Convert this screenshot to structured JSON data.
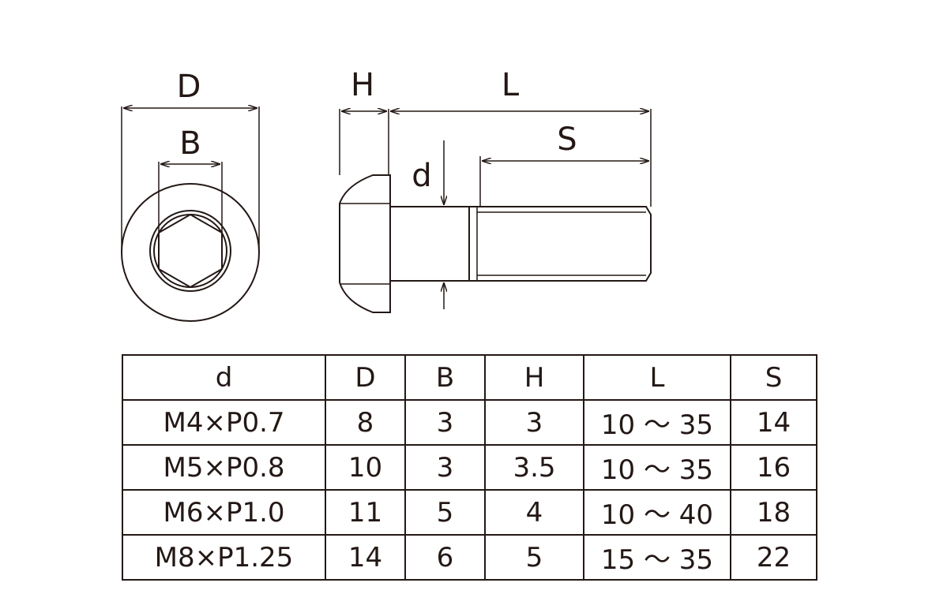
{
  "dimension_labels": {
    "D": "D",
    "B": "B",
    "H": "H",
    "L": "L",
    "S": "S",
    "d": "d"
  },
  "table": {
    "headers": [
      "d",
      "D",
      "B",
      "H",
      "L",
      "S"
    ],
    "rows": [
      [
        "M4×P0.7",
        "8",
        "3",
        "3",
        "10 〜 35",
        "14"
      ],
      [
        "M5×P0.8",
        "10",
        "3",
        "3.5",
        "10 〜 35",
        "16"
      ],
      [
        "M6×P1.0",
        "11",
        "5",
        "4",
        "10 〜 40",
        "18"
      ],
      [
        "M8×P1.25",
        "14",
        "6",
        "5",
        "15 〜 35",
        "22"
      ]
    ]
  },
  "colors": {
    "line": "#231815",
    "background": "#ffffff"
  }
}
